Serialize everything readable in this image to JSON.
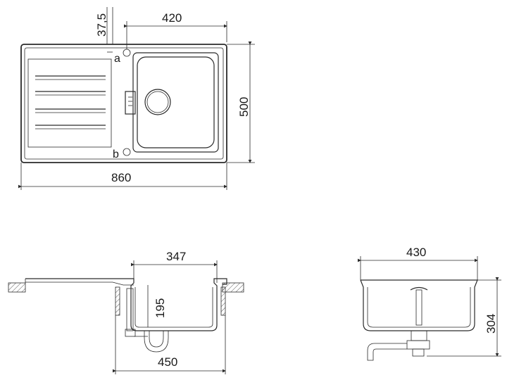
{
  "dimensions": {
    "top_depth_offset": "37,5",
    "top_bowl_width": "420",
    "top_overall_height": "500",
    "top_overall_width": "860",
    "side_bowl_width": "347",
    "side_bowl_depth": "195",
    "side_cabinet_width": "450",
    "front_bowl_width": "430",
    "front_overall_depth": "304"
  },
  "markers": {
    "a": "a",
    "b": "b"
  },
  "colors": {
    "line": "#2a2a2a",
    "background": "#ffffff"
  }
}
